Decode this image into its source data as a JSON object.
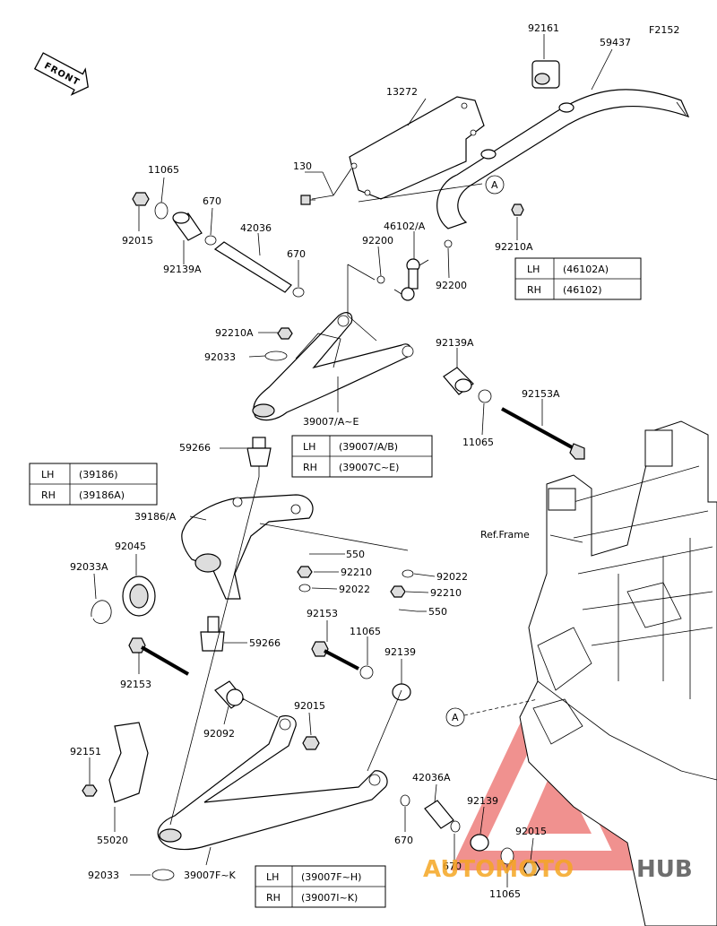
{
  "figure_code": "F2152",
  "front_label": "FRONT",
  "callouts": {
    "c92161": "92161",
    "c59437": "59437",
    "c13272": "13272",
    "c130": "130",
    "c11065_top": "11065",
    "c92015_top": "92015",
    "c670_a": "670",
    "c92139A_top": "92139A",
    "c42036": "42036",
    "c670_b": "670",
    "c46102A": "46102/A",
    "c92200_a": "92200",
    "c92200_b": "92200",
    "c92210A_top": "92210A",
    "c92210A_left": "92210A",
    "c92033_top": "92033",
    "c92139A_right": "92139A",
    "c92153A": "92153A",
    "c11065_mid": "11065",
    "c39007AE": "39007/A~E",
    "c59266_top": "59266",
    "c39186A": "39186/A",
    "c92045": "92045",
    "c92033A": "92033A",
    "c550_a": "550",
    "c92210_a": "92210",
    "c92022_a": "92022",
    "c92022_b": "92022",
    "c92210_b": "92210",
    "c550_b": "550",
    "c92153_mid": "92153",
    "c11065_low": "11065",
    "c92139": "92139",
    "c59266_low": "59266",
    "c92153_left": "92153",
    "c92092": "92092",
    "c92015_mid": "92015",
    "c92151": "92151",
    "c55020": "55020",
    "c42036A": "42036A",
    "c670_c": "670",
    "c670_d": "670",
    "c92139_low": "92139",
    "c92015_low": "92015",
    "c11065_bottom": "11065",
    "c92033_bottom": "92033",
    "c39007FK": "39007F~K",
    "ref_frame": "Ref.Frame",
    "marker_A_top": "A",
    "marker_A_low": "A"
  },
  "tables": {
    "t46102": {
      "rows": [
        {
          "side": "LH",
          "part": "(46102A)"
        },
        {
          "side": "RH",
          "part": "(46102)"
        }
      ]
    },
    "t39007AE": {
      "rows": [
        {
          "side": "LH",
          "part": "(39007/A/B)"
        },
        {
          "side": "RH",
          "part": "(39007C~E)"
        }
      ]
    },
    "t39186": {
      "rows": [
        {
          "side": "LH",
          "part": "(39186)"
        },
        {
          "side": "RH",
          "part": "(39186A)"
        }
      ]
    },
    "t39007FK": {
      "rows": [
        {
          "side": "LH",
          "part": "(39007F~H)"
        },
        {
          "side": "RH",
          "part": "(39007I~K)"
        }
      ]
    }
  },
  "watermark": {
    "part1": "AUTOMOTO",
    "part2": "HUB",
    "color1": "#f5a623",
    "color2": "#555555",
    "triangle_color": "#e53935"
  }
}
